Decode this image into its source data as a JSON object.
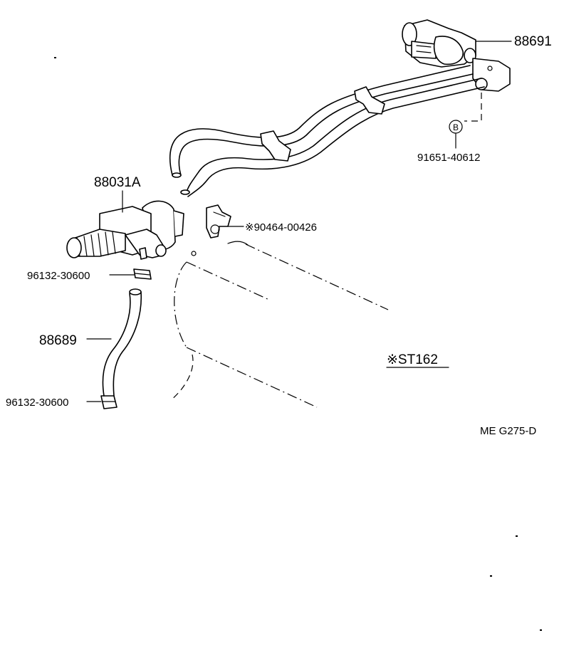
{
  "parts": {
    "solenoid_valve": "88691",
    "grommet_ref": "91651-40612",
    "grommet_circle": "B",
    "canister": "88031A",
    "clip_ref": "※90464-00426",
    "clamp_upper": "96132-30600",
    "hose": "88689",
    "clamp_lower": "96132-30600",
    "engine_note": "※ST162"
  },
  "footer": {
    "code": "ME  G275-D"
  },
  "colors": {
    "ink": "#000000",
    "paper": "#ffffff"
  }
}
